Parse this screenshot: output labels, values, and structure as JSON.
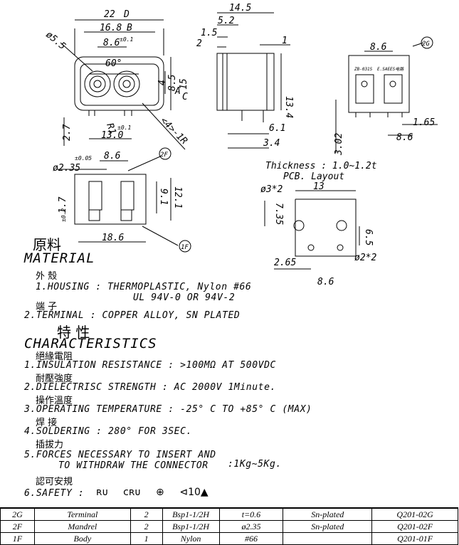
{
  "drawing": {
    "front_dims": {
      "d22": "22",
      "tag_d": "D",
      "d168": "16.8",
      "tag_b": "B",
      "d86a": "8.6",
      "tol01a": "±0.1",
      "d55": "ø5.5",
      "deg60": "60°",
      "d85": "8.5",
      "tag_a": "A",
      "d4": "4",
      "d15": "15",
      "tag_c": "C",
      "r1": "R1",
      "d27": "2.7",
      "d130": "13.0",
      "tol01b": "±0.1",
      "angle_note": "<4>-1R"
    },
    "side_dims": {
      "d145": "14.5",
      "d52": "5.2",
      "d15s": "1.5",
      "d2": "2",
      "d1": "1",
      "d134": "13.4",
      "d61": "6.1",
      "d34": "3.4"
    },
    "rear_dims": {
      "d86": "8.6",
      "tag_2g": "2G",
      "d302": "3.02",
      "d86b": "8.6",
      "d165": "1.65",
      "label1": "ZB-031S",
      "label2": "E.SAEES电路"
    },
    "section_dims": {
      "tol005": "±0.05",
      "d86": "8.6",
      "d235": "ø2.35",
      "tag_2f": "2F",
      "d91": "9.1",
      "d121": "12.1",
      "d17": "1.7",
      "tol02": "±0.2",
      "d186": "18.6",
      "tag_1f": "1F"
    },
    "pcb": {
      "thickness": "Thickness : 1.0~1.2t",
      "layout": "PCB. Layout",
      "d3x2": "ø3*2",
      "d13": "13",
      "d735": "7.35",
      "d65": "6.5",
      "d265": "2.65",
      "d2x2": "ø2*2",
      "d86": "8.6"
    }
  },
  "material": {
    "cjk_title": "原料",
    "title": "MATERIAL",
    "cjk_housing": "外 殼",
    "housing_1": "1.HOUSING :  THERMOPLASTIC, Nylon #66",
    "housing_2": "UL 94V-0 OR 94V-2",
    "cjk_terminal": "端 子",
    "terminal": "2.TERMINAL :  COPPER ALLOY, SN PLATED"
  },
  "characteristics": {
    "cjk_title": "特 性",
    "title": "CHARACTERISTICS",
    "cjk_1": "絕緣電阻",
    "item_1": "1.INSULATION RESISTANCE :  >100MΩ AT 500VDC",
    "cjk_2": "耐壓強度",
    "item_2": "2.DIELECTRISC STRENGTH :  AC 2000V 1Minute.",
    "cjk_3": "操作溫度",
    "item_3": "3.OPERATING TEMPERATURE :  -25° C TO +85° C (MAX)",
    "cjk_4": "焊 接",
    "item_4": "4.SOLDERING :  280° FOR 3SEC.",
    "cjk_5": "插拔力",
    "item_5a": "5.FORCES NECESSARY TO INSERT AND",
    "item_5b": "TO WITHDRAW THE CONNECTOR",
    "item_5c": ":1Kg~5Kg.",
    "cjk_6": "認可安規",
    "item_6": "6.SAFETY :",
    "logos": [
      "ʀᴜ",
      "cʀᴜ",
      "⊕",
      "⊲10▲"
    ]
  },
  "bom": [
    [
      "2G",
      "Terminal",
      "2",
      "Bsp1-1/2H",
      "t=0.6",
      "Sn-plated",
      "Q201-02G"
    ],
    [
      "2F",
      "Mandrel",
      "2",
      "Bsp1-1/2H",
      "ø2.35",
      "Sn-plated",
      "Q201-02F"
    ],
    [
      "1F",
      "Body",
      "1",
      "Nylon",
      "#66",
      "",
      "Q201-01F"
    ]
  ]
}
